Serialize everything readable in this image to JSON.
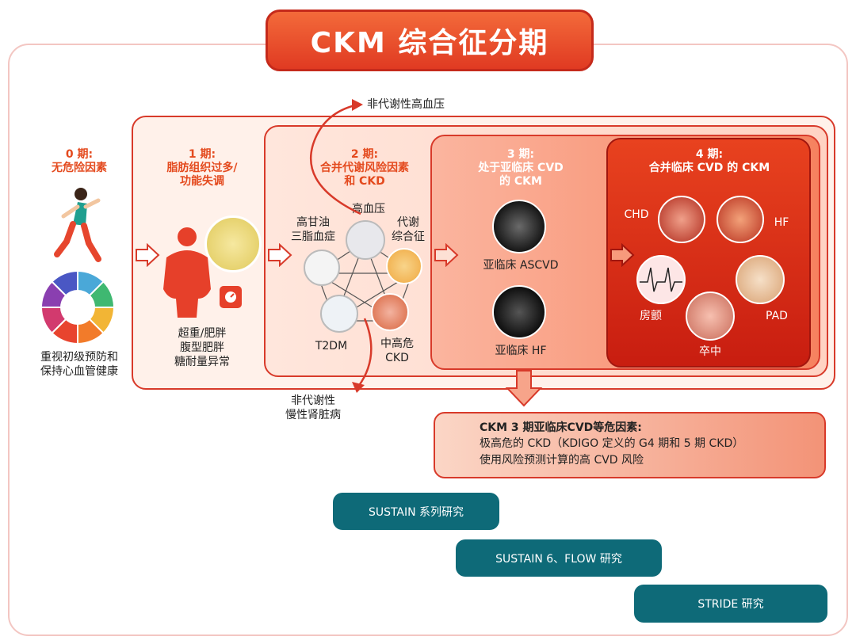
{
  "title": "CKM 综合征分期",
  "stages": {
    "s0": {
      "heading": "0 期:",
      "sub": "无危险因素",
      "caption_line1": "重视初级预防和",
      "caption_line2": "保持心血管健康"
    },
    "s1": {
      "heading": "1 期:",
      "sub_line1": "脂肪组织过多/",
      "sub_line2": "功能失调",
      "caption_line1": "超重/肥胖",
      "caption_line2": "腹型肥胖",
      "caption_line3": "糖耐量异常"
    },
    "s2": {
      "heading": "2 期:",
      "sub_line1": "合并代谢风险因素",
      "sub_line2": "和 CKD",
      "items": {
        "hypertension": "高血压",
        "tg_line1": "高甘油",
        "tg_line2": "三脂血症",
        "metsyn_line1": "代谢",
        "metsyn_line2": "综合征",
        "t2dm": "T2DM",
        "ckd_line1": "中高危",
        "ckd_line2": "CKD"
      }
    },
    "s3": {
      "heading": "3 期:",
      "sub_line1": "处于亚临床 CVD",
      "sub_line2": "的 CKM",
      "item1": "亚临床 ASCVD",
      "item2": "亚临床 HF"
    },
    "s4": {
      "heading": "4 期:",
      "sub": "合并临床 CVD 的 CKM",
      "items": {
        "chd": "CHD",
        "hf": "HF",
        "af": "房颤",
        "pad": "PAD",
        "stroke": "卒中"
      }
    }
  },
  "side_labels": {
    "nonmetabolic_htn": "非代谢性高血压",
    "nonmetabolic_ckd_line1": "非代谢性",
    "nonmetabolic_ckd_line2": "慢性肾脏病"
  },
  "risk_box": {
    "title": "CKM 3 期亚临床CVD等危因素:",
    "line1": "极高危的 CKD（KDIGO 定义的 G4 期和 5 期 CKD）",
    "line2": "使用风险预测计算的高 CVD 风险"
  },
  "studies": [
    "SUSTAIN 系列研究",
    "SUSTAIN 6、FLOW 研究",
    "STRIDE 研究"
  ],
  "colors": {
    "accent": "#e03a22",
    "stage4": "#c81d10",
    "study": "#0e6a78"
  }
}
